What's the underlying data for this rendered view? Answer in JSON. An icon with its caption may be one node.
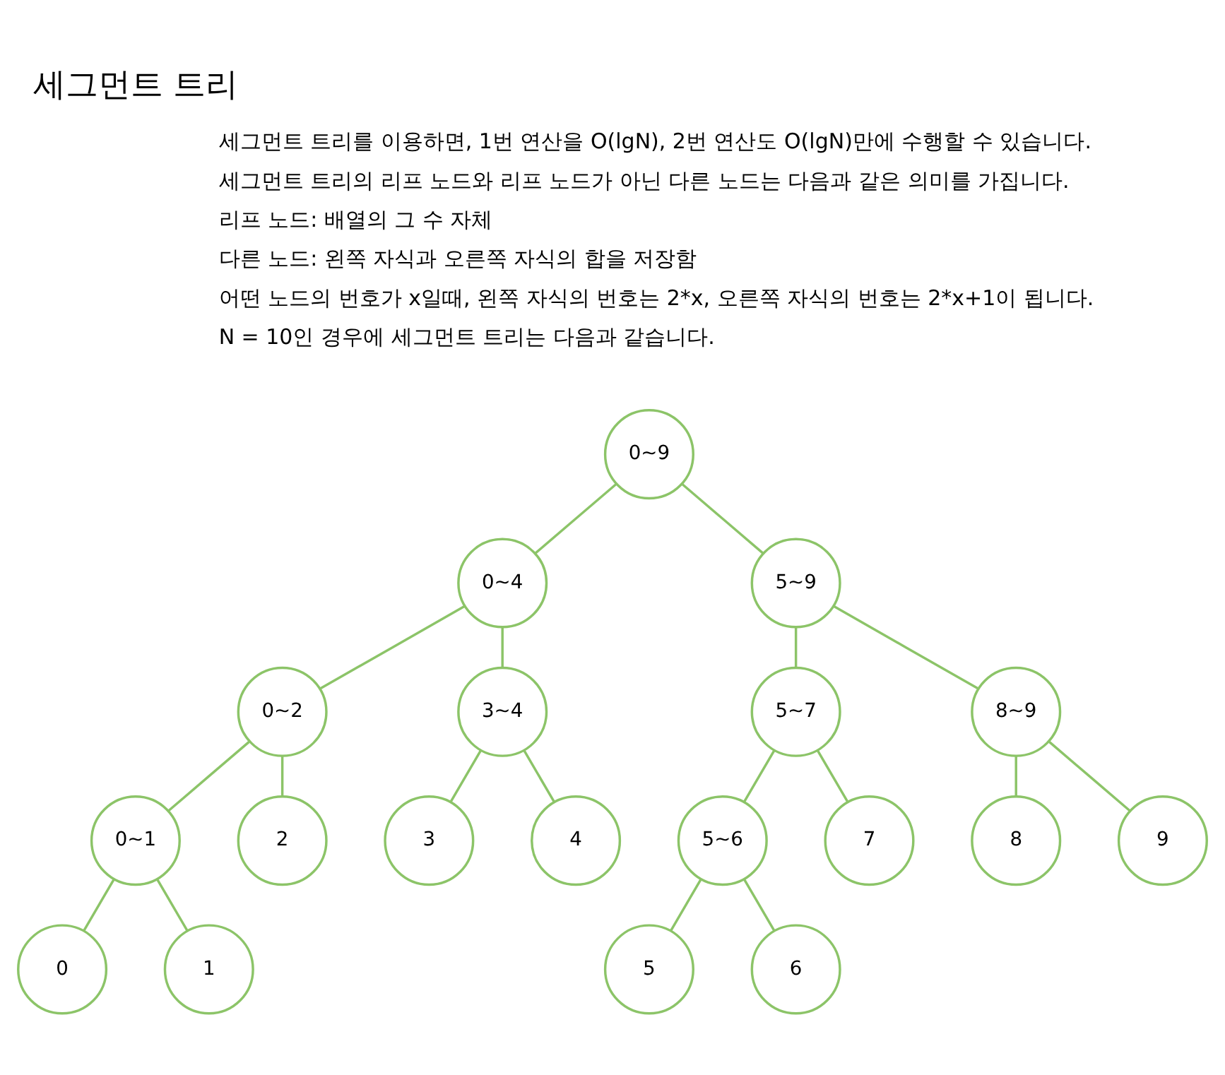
{
  "diagram": {
    "title": "세그먼트 트리",
    "nodes": [
      {
        "text": [
          "0~9"
        ]
      },
      {
        "text": [
          "0~4"
        ]
      },
      {
        "text": [
          "5~9"
        ]
      },
      {
        "text": [
          "0~2"
        ]
      },
      {
        "text": [
          "3~4"
        ]
      },
      {
        "text": [
          "5~7"
        ]
      },
      {
        "text": [
          "8~9"
        ]
      },
      {
        "text": [
          "0~1"
        ]
      },
      {
        "text": [
          "2"
        ]
      },
      {
        "text": [
          "3"
        ]
      },
      {
        "text": [
          "4"
        ]
      },
      {
        "text": [
          "5~6"
        ]
      },
      {
        "text": [
          "7"
        ]
      },
      {
        "text": [
          "8"
        ]
      },
      {
        "text": [
          "9"
        ]
      },
      {
        "text": [
          "0"
        ]
      },
      {
        "text": [
          "1"
        ]
      },
      {
        "text": [
          "5"
        ]
      },
      {
        "text": [
          "6"
        ]
      }
    ],
    "edges": [
      {
        "from": 0,
        "to": 1,
        "arrow": "none"
      },
      {
        "from": 0,
        "to": 2,
        "arrow": "none"
      },
      {
        "from": 1,
        "to": 3,
        "arrow": "none"
      },
      {
        "from": 1,
        "to": 4,
        "arrow": "none"
      },
      {
        "from": 2,
        "to": 5,
        "arrow": "none"
      },
      {
        "from": 2,
        "to": 6,
        "arrow": "none"
      },
      {
        "from": 3,
        "to": 7,
        "arrow": "none"
      },
      {
        "from": 3,
        "to": 8,
        "arrow": "none"
      },
      {
        "from": 4,
        "to": 9,
        "arrow": "none"
      },
      {
        "from": 4,
        "to": 10,
        "arrow": "none"
      },
      {
        "from": 5,
        "to": 11,
        "arrow": "none"
      },
      {
        "from": 5,
        "to": 12,
        "arrow": "none"
      },
      {
        "from": 6,
        "to": 13,
        "arrow": "none"
      },
      {
        "from": 6,
        "to": 14,
        "arrow": "none"
      },
      {
        "from": 7,
        "to": 15,
        "arrow": "none"
      },
      {
        "from": 7,
        "to": 16,
        "arrow": "none"
      },
      {
        "from": 11,
        "to": 17,
        "arrow": "none"
      },
      {
        "from": 11,
        "to": 18,
        "arrow": "none"
      }
    ],
    "labels": [
      "세그먼트 트리를 이용하면, 1번 연산을 O(lgN), 2번 연산도 O(lgN)만에 수행할 수 있습니다.",
      "세그먼트 트리의 리프 노드와 리프 노드가 아닌 다른 노드는 다음과 같은 의미를 가집니다.",
      "리프 노드: 배열의 그 수 자체",
      "다른 노드: 왼쪽 자식과 오른쪽 자식의 합을 저장함",
      "어떤 노드의 번호가 x일때, 왼쪽 자식의 번호는 2*x, 오른쪽 자식의 번호는 2*x+1이 됩니다.",
      "N = 10인 경우에 세그먼트 트리는 다음과 같습니다."
    ]
  }
}
